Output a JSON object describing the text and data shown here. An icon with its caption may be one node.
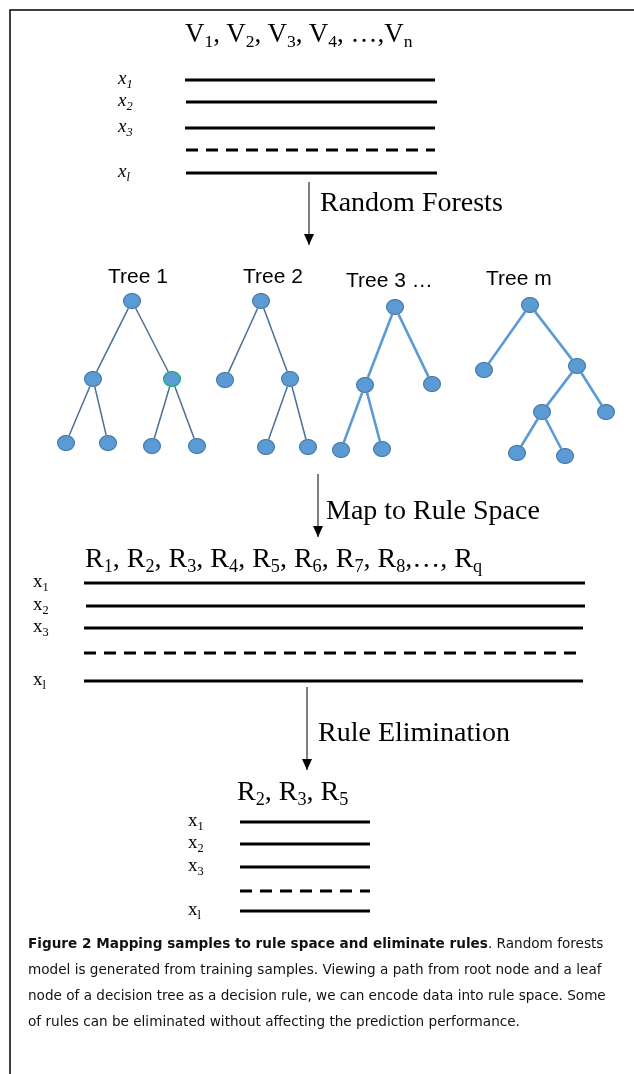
{
  "diagram": {
    "caption": "**Figure 2 Mapping samples to rule space and eliminate rules**. Random forests model is generated from training samples. Viewing a path from root node and a leaf node of a decision tree as a decision rule, we can encode data into rule space. Some of rules can be eliminated without affecting the prediction performance.",
    "nodes": [
      {
        "text": [
          "V$_{1}$, V$_{2}$, V$_{3}$, V$_{4}$, …,V$_{n}$",
          "x$_{1}$",
          "x$_{2}$",
          "x$_{3}$",
          "x$_{l}$"
        ]
      },
      {
        "text": [],
        "shape": "circle"
      },
      {
        "text": [],
        "shape": "circle"
      },
      {
        "text": [],
        "shape": "circle"
      },
      {
        "text": [],
        "shape": "circle"
      },
      {
        "text": [],
        "shape": "circle"
      },
      {
        "text": [],
        "shape": "circle"
      },
      {
        "text": [],
        "shape": "circle"
      },
      {
        "text": [],
        "shape": "circle"
      },
      {
        "text": [],
        "shape": "circle"
      },
      {
        "text": [],
        "shape": "circle"
      },
      {
        "text": [],
        "shape": "circle"
      },
      {
        "text": [],
        "shape": "circle"
      },
      {
        "text": [],
        "shape": "circle"
      },
      {
        "text": [],
        "shape": "circle"
      },
      {
        "text": [],
        "shape": "circle"
      },
      {
        "text": [],
        "shape": "circle"
      },
      {
        "text": [],
        "shape": "circle"
      },
      {
        "text": [],
        "shape": "circle"
      },
      {
        "text": [],
        "shape": "circle"
      },
      {
        "text": [],
        "shape": "circle"
      },
      {
        "text": [],
        "shape": "circle"
      },
      {
        "text": [],
        "shape": "circle"
      },
      {
        "text": [],
        "shape": "circle"
      },
      {
        "text": [],
        "shape": "circle"
      },
      {
        "text": [
          "R$_{1}$, R$_{2}$, R$_{3}$, R$_{4}$, R$_{5}$, R$_{6}$, R$_{7}$, R$_{8}$,…, R$_{q}$",
          "x$_{1}$",
          "x$_{2}$",
          "x$_{3}$",
          "x$_{l}$"
        ]
      },
      {
        "text": [
          "R$_{2}$, R$_{3}$, R$_{5}$",
          "x$_{1}$",
          "x$_{2}$",
          "x$_{3}$",
          "x$_{l}$"
        ]
      }
    ],
    "edges": [
      {
        "from": 0,
        "to": null,
        "arrow": "to",
        "label": "Random Forests",
        "color": "#555555"
      },
      {
        "from": 1,
        "to": 2,
        "arrow": "none"
      },
      {
        "from": 1,
        "to": 3,
        "arrow": "none"
      },
      {
        "from": 2,
        "to": 4,
        "arrow": "none"
      },
      {
        "from": 2,
        "to": 5,
        "arrow": "none"
      },
      {
        "from": 3,
        "to": 6,
        "arrow": "none"
      },
      {
        "from": 3,
        "to": 7,
        "arrow": "none"
      },
      {
        "from": 8,
        "to": 9,
        "arrow": "none"
      },
      {
        "from": 8,
        "to": 10,
        "arrow": "none"
      },
      {
        "from": 10,
        "to": 11,
        "arrow": "none"
      },
      {
        "from": 10,
        "to": 12,
        "arrow": "none"
      },
      {
        "from": 13,
        "to": 14,
        "arrow": "none",
        "color": "#5b9bd5"
      },
      {
        "from": 13,
        "to": 15,
        "arrow": "none",
        "color": "#5b9bd5"
      },
      {
        "from": 14,
        "to": 16,
        "arrow": "none",
        "color": "#5b9bd5"
      },
      {
        "from": 14,
        "to": 17,
        "arrow": "none",
        "color": "#5b9bd5"
      },
      {
        "from": 18,
        "to": 19,
        "arrow": "none",
        "color": "#5b9bd5"
      },
      {
        "from": 18,
        "to": 20,
        "arrow": "none",
        "color": "#5b9bd5"
      },
      {
        "from": 20,
        "to": 21,
        "arrow": "none",
        "color": "#5b9bd5"
      },
      {
        "from": 20,
        "to": 22,
        "arrow": "none",
        "color": "#5b9bd5"
      },
      {
        "from": 21,
        "to": 23,
        "arrow": "none",
        "color": "#5b9bd5"
      },
      {
        "from": 21,
        "to": 24,
        "arrow": "none",
        "color": "#5b9bd5"
      },
      {
        "from": null,
        "to": 25,
        "arrow": "to",
        "label": "Map to Rule Space",
        "color": "#555555"
      },
      {
        "from": 25,
        "to": 26,
        "arrow": "to",
        "label": "Rule Elimination",
        "color": "#555555"
      }
    ],
    "labels": [
      "Tree 1",
      "Tree 2",
      "Tree 3 …",
      "Tree m"
    ]
  }
}
